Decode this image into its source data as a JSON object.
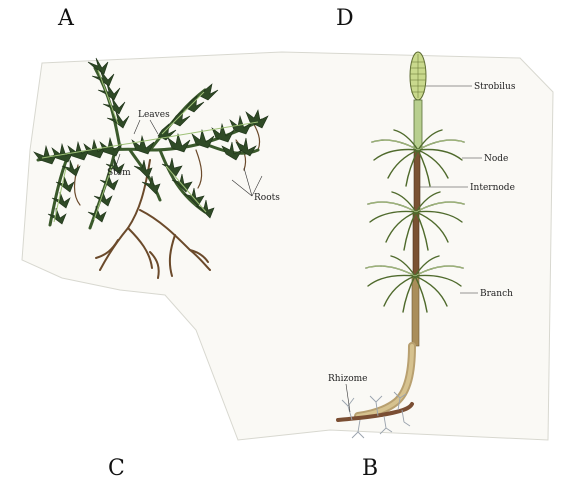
{
  "corners": {
    "a": "A",
    "d": "D",
    "c": "C",
    "b": "B"
  },
  "clubmoss": {
    "labels": {
      "leaves": "Leaves",
      "stem": "Stem",
      "roots": "Roots"
    }
  },
  "horsetail": {
    "labels": {
      "strobilus": "Strobilus",
      "node": "Node",
      "internode": "Internode",
      "branch": "Branch",
      "rhizome": "Rhizome"
    }
  },
  "colors": {
    "leaf_dark": "#2f4a26",
    "leaf_light": "#9fc177",
    "stem_brown": "#6b4a2b",
    "horsetail_green": "#b8cf8f",
    "strobilus": "#c9d98d"
  }
}
